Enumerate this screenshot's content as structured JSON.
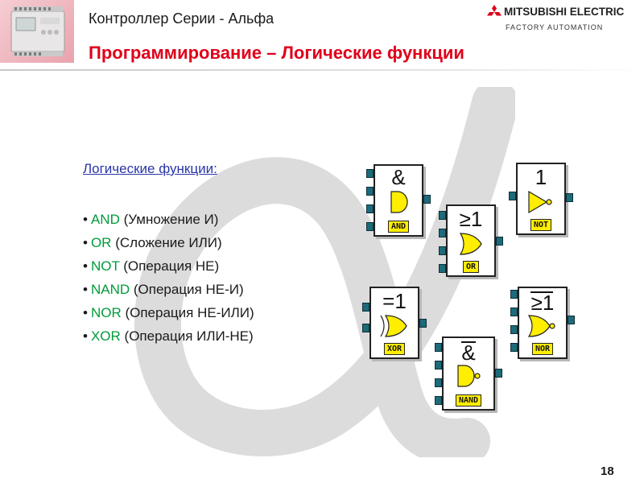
{
  "header": {
    "title": "Контроллер Серии - Альфа",
    "subtitle": "Программирование – Логические функции"
  },
  "brand": {
    "name": "MITSUBISHI ELECTRIC",
    "tagline": "FACTORY AUTOMATION",
    "logo_icon": "mitsubishi-diamonds-icon",
    "color": "#e0001a"
  },
  "content": {
    "heading": "Логические функции:",
    "items": [
      {
        "keyword": "AND",
        "description": "(Умножение И)"
      },
      {
        "keyword": "OR",
        "description": "(Сложение ИЛИ)"
      },
      {
        "keyword": "NOT",
        "description": "(Операция НЕ)"
      },
      {
        "keyword": "NAND",
        "description": "(Операция НЕ-И)"
      },
      {
        "keyword": "NOR",
        "description": "(Операция НЕ-ИЛИ)"
      },
      {
        "keyword": "XOR",
        "description": "(Операция ИЛИ-НЕ)"
      }
    ],
    "keyword_color": "#009b3a"
  },
  "blocks": [
    {
      "symbol": "&",
      "label": "AND"
    },
    {
      "symbol": "≥1",
      "label": "OR"
    },
    {
      "symbol": "1",
      "label": "NOT"
    },
    {
      "symbol": "=1",
      "label": "XOR"
    },
    {
      "symbol": "&",
      "label": "NAND"
    },
    {
      "symbol": "≥1",
      "label": "NOR"
    }
  ],
  "watermark_icon": "alpha-symbol-icon",
  "page_number": "18"
}
